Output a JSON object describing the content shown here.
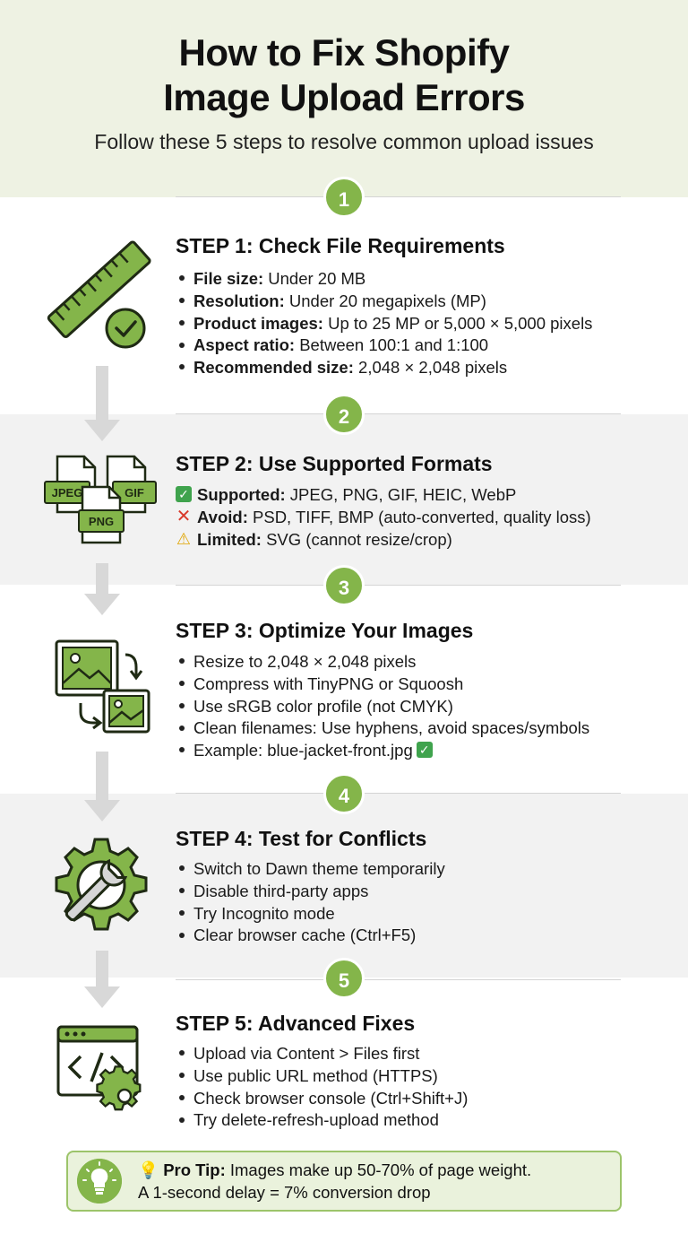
{
  "header": {
    "title_line1": "How to Fix Shopify",
    "title_line2": "Image Upload Errors",
    "subtitle": "Follow these 5 steps to resolve common upload issues"
  },
  "steps": [
    {
      "number": "1",
      "title": "STEP 1: Check File Requirements",
      "icon": "ruler-check-icon",
      "items": [
        {
          "label": "File size:",
          "text": " Under 20 MB"
        },
        {
          "label": "Resolution:",
          "text": " Under 20 megapixels (MP)"
        },
        {
          "label": "Product images:",
          "text": " Up to 25 MP or 5,000 × 5,000 pixels"
        },
        {
          "label": "Aspect ratio:",
          "text": " Between 100:1 and 1:100"
        },
        {
          "label": "Recommended size:",
          "text": " 2,048 × 2,048 pixels"
        }
      ]
    },
    {
      "number": "2",
      "title": "STEP 2: Use Supported Formats",
      "icon": "file-formats-icon",
      "icon_labels": [
        "JPEG",
        "GIF",
        "PNG"
      ],
      "items": [
        {
          "mark": "✓",
          "label": "Supported:",
          "text": " JPEG, PNG, GIF, HEIC, WebP"
        },
        {
          "mark": "✕",
          "label": "Avoid:",
          "text": " PSD, TIFF, BMP (auto-converted, quality loss)"
        },
        {
          "mark": "⚠",
          "label": "Limited:",
          "text": " SVG (cannot resize/crop)"
        }
      ]
    },
    {
      "number": "3",
      "title": "STEP 3: Optimize Your Images",
      "icon": "image-resize-icon",
      "items": [
        "Resize to 2,048 × 2,048 pixels",
        "Compress with TinyPNG or Squoosh",
        "Use sRGB color profile (not CMYK)",
        "Clean filenames: Use hyphens, avoid spaces/symbols",
        "Example: blue-jacket-front.jpg"
      ]
    },
    {
      "number": "4",
      "title": "STEP 4: Test for Conflicts",
      "icon": "gear-wrench-icon",
      "items": [
        "Switch to Dawn theme temporarily",
        "Disable third-party apps",
        "Try Incognito mode",
        "Clear browser cache (Ctrl+F5)"
      ]
    },
    {
      "number": "5",
      "title": "STEP 5: Advanced Fixes",
      "icon": "code-window-gear-icon",
      "items": [
        "Upload via Content > Files first",
        "Use public URL method (HTTPS)",
        "Check browser console (Ctrl+Shift+J)",
        "Try delete-refresh-upload method"
      ]
    }
  ],
  "tip": {
    "label": "Pro Tip:",
    "line1": " Images make up 50-70% of page weight.",
    "line2": "A 1-second delay = 7% conversion drop"
  },
  "colors": {
    "accent": "#84b54a",
    "header_bg": "#eef2e3",
    "band_gray": "#f2f2f2"
  }
}
